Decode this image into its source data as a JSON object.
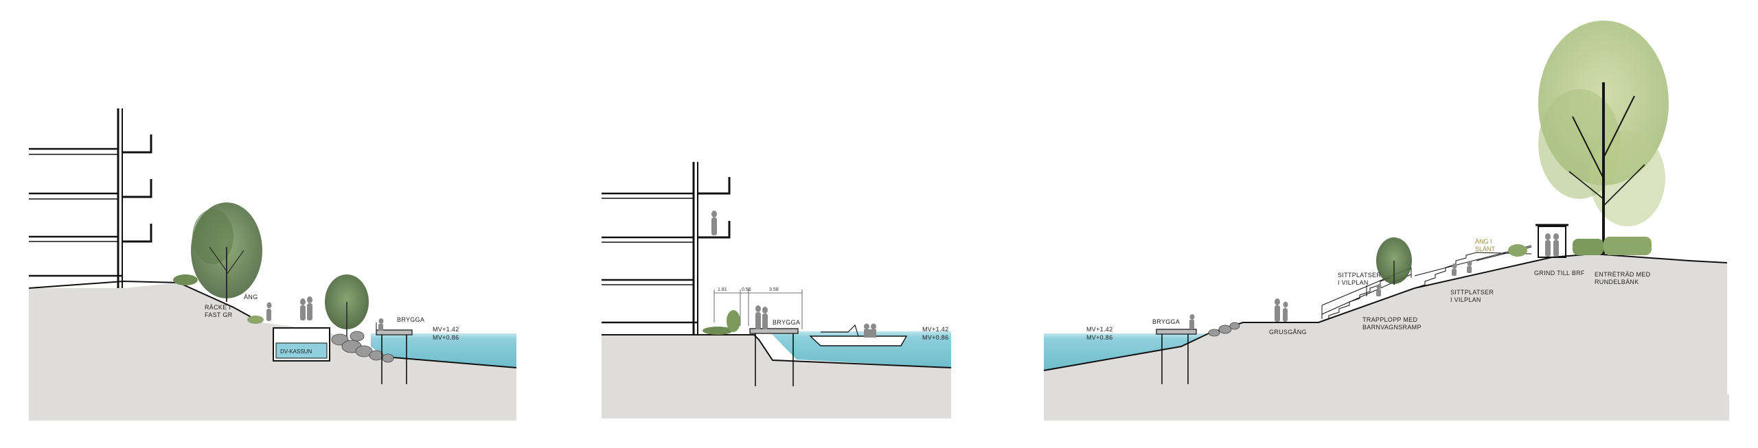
{
  "colors": {
    "ground": "#dedddb",
    "water_top": "#a9dde6",
    "water": "#7fc7d4",
    "building": "#111111",
    "tree_dark": "#5b7a4a",
    "tree_light": "#b7c98e",
    "stone": "#8a8a8a"
  },
  "section1": {
    "labels": {
      "railing": "RÄCKE I",
      "railing_2": "FAST GR",
      "meadow": "ÄNG",
      "jetty": "BRYGGA",
      "mv_high": "MV+1.42",
      "mv_low": "MV+0.86",
      "tank": "DV-KASSUN"
    }
  },
  "section2": {
    "labels": {
      "jetty": "BRYGGA",
      "mv_high": "MV+1.42",
      "mv_low": "MV+0.86",
      "dim1": "1.81",
      "dim2": "0.56",
      "dim3": "3.58"
    }
  },
  "section3": {
    "labels": {
      "mv_high": "MV+1.42",
      "mv_low": "MV+0.86",
      "jetty": "BRYGGA",
      "gravel_path": "GRUSGÅNG",
      "seating_level_a1": "SITTPLATSER",
      "seating_level_a2": "I VILPLAN",
      "stairs_1": "TRAPPLOPP MED",
      "stairs_2": "BARNVAGNSRAMP",
      "seating_level_b1": "SITTPLATSER",
      "seating_level_b2": "I VILPLAN",
      "meadow_slope_1": "ÄNG I",
      "meadow_slope_2": "SLÄNT",
      "gate": "GRIND TILL BRF",
      "entrance_tree_1": "ENTRÉTRÄD MED",
      "entrance_tree_2": "RUNDELBÄNK"
    }
  }
}
